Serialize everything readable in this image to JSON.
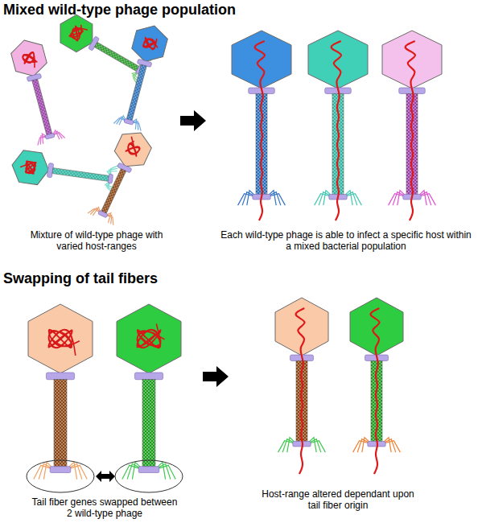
{
  "diagram": {
    "labels": [
      "Mixed wild-type phage population",
      "Mixture of wild-type phage with varied host-ranges",
      "Each wild-type phage is able to infect a specific host within a mixed bacterial population",
      "Swapping of tail fibers",
      "Tail fiber genes swapped between 2 wild-type phage",
      "Host-range altered dependant upon tail fiber origin"
    ]
  }
}
